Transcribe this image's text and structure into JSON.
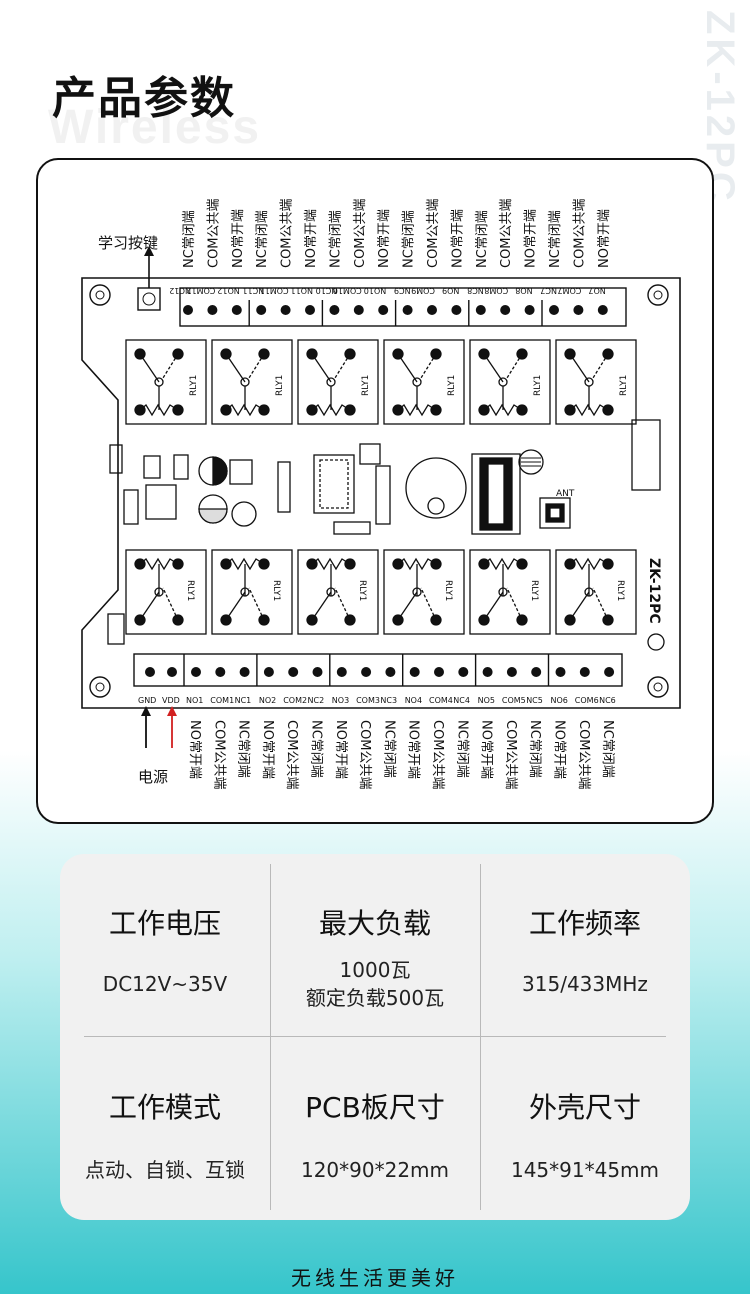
{
  "header": {
    "title": "产品参数",
    "watermark": "Wireless",
    "side_model": "ZK-12PC"
  },
  "diagram": {
    "learn_button_label": "学习按键",
    "power_label": "电源",
    "board_model": "ZK-12PC",
    "top_terminals": [
      "NC12",
      "COM12",
      "NO12",
      "NC11",
      "COM11",
      "NO11",
      "NC10",
      "COM10",
      "NO10",
      "NC9",
      "COM9",
      "NO9",
      "NC8",
      "COM8",
      "NO8",
      "NC7",
      "COM7",
      "NO7"
    ],
    "top_descriptions": [
      "NC常闭端",
      "COM公共端",
      "NO常开端",
      "NC常闭端",
      "COM公共端",
      "NO常开端",
      "NC常闭端",
      "COM公共端",
      "NO常开端",
      "NC常闭端",
      "COM公共端",
      "NO常开端",
      "NC常闭端",
      "COM公共端",
      "NO常开端",
      "NC常闭端",
      "COM公共端",
      "NO常开端"
    ],
    "bottom_power_terminals": [
      "GND",
      "VDD"
    ],
    "bottom_terminals": [
      "NO1",
      "COM1",
      "NC1",
      "NO2",
      "COM2",
      "NC2",
      "NO3",
      "COM3",
      "NC3",
      "NO4",
      "COM4",
      "NC4",
      "NO5",
      "COM5",
      "NC5",
      "NO6",
      "COM6",
      "NC6"
    ],
    "bottom_descriptions": [
      "NO常开端",
      "COM公共端",
      "NC常闭端",
      "NO常开端",
      "COM公共端",
      "NC常闭端",
      "NO常开端",
      "COM公共端",
      "NC常闭端",
      "NO常开端",
      "COM公共端",
      "NC常闭端",
      "NO常开端",
      "COM公共端",
      "NC常闭端",
      "NO常开端",
      "COM公共端",
      "NC常闭端"
    ],
    "relay_label": "RLY1",
    "ant_label": "ANT"
  },
  "specs": [
    {
      "title": "工作电压",
      "value": "DC12V~35V"
    },
    {
      "title": "最大负载",
      "value": "1000瓦",
      "value2": "额定负载500瓦"
    },
    {
      "title": "工作频率",
      "value": "315/433MHz"
    },
    {
      "title": "工作模式",
      "value": "点动、自锁、互锁"
    },
    {
      "title": "PCB板尺寸",
      "value": "120*90*22mm"
    },
    {
      "title": "外壳尺寸",
      "value": "145*91*45mm"
    }
  ],
  "footer": {
    "slogan": "无线生活更美好"
  },
  "colors": {
    "accent": "#36c5cb",
    "power_arrow": "#d22020"
  }
}
